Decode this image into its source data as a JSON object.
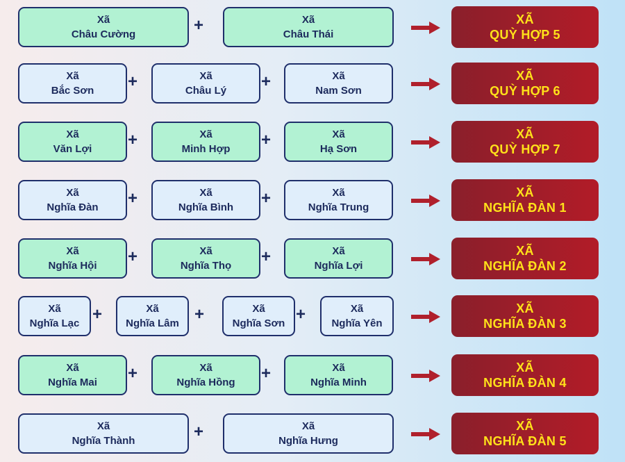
{
  "rows": [
    {
      "sources": [
        {
          "prefix": "Xã",
          "name": "Châu Cường"
        },
        {
          "prefix": "Xã",
          "name": "Châu Thái"
        }
      ],
      "result": {
        "prefix": "XÃ",
        "name": "QUỲ HỢP 5"
      }
    },
    {
      "sources": [
        {
          "prefix": "Xã",
          "name": "Bắc Sơn"
        },
        {
          "prefix": "Xã",
          "name": "Châu Lý"
        },
        {
          "prefix": "Xã",
          "name": "Nam Sơn"
        }
      ],
      "result": {
        "prefix": "XÃ",
        "name": "QUỲ HỢP 6"
      }
    },
    {
      "sources": [
        {
          "prefix": "Xã",
          "name": "Văn Lợi"
        },
        {
          "prefix": "Xã",
          "name": "Minh Hợp"
        },
        {
          "prefix": "Xã",
          "name": "Hạ Sơn"
        }
      ],
      "result": {
        "prefix": "XÃ",
        "name": "QUỲ HỢP 7"
      }
    },
    {
      "sources": [
        {
          "prefix": "Xã",
          "name": "Nghĩa Đàn"
        },
        {
          "prefix": "Xã",
          "name": "Nghĩa Bình"
        },
        {
          "prefix": "Xã",
          "name": "Nghĩa Trung"
        }
      ],
      "result": {
        "prefix": "XÃ",
        "name": "NGHĨA ĐÀN 1"
      }
    },
    {
      "sources": [
        {
          "prefix": "Xã",
          "name": "Nghĩa Hội"
        },
        {
          "prefix": "Xã",
          "name": "Nghĩa Thọ"
        },
        {
          "prefix": "Xã",
          "name": "Nghĩa Lợi"
        }
      ],
      "result": {
        "prefix": "XÃ",
        "name": "NGHĨA ĐÀN 2"
      }
    },
    {
      "sources": [
        {
          "prefix": "Xã",
          "name": "Nghĩa Lạc"
        },
        {
          "prefix": "Xã",
          "name": "Nghĩa Lâm"
        },
        {
          "prefix": "Xã",
          "name": "Nghĩa Sơn"
        },
        {
          "prefix": "Xã",
          "name": "Nghĩa Yên"
        }
      ],
      "result": {
        "prefix": "XÃ",
        "name": "NGHĨA ĐÀN 3"
      }
    },
    {
      "sources": [
        {
          "prefix": "Xã",
          "name": "Nghĩa Mai"
        },
        {
          "prefix": "Xã",
          "name": "Nghĩa Hồng"
        },
        {
          "prefix": "Xã",
          "name": "Nghĩa Minh"
        }
      ],
      "result": {
        "prefix": "XÃ",
        "name": "NGHĨA ĐÀN 4"
      }
    },
    {
      "sources": [
        {
          "prefix": "Xã",
          "name": "Nghĩa Thành"
        },
        {
          "prefix": "Xã",
          "name": "Nghĩa Hưng"
        }
      ],
      "result": {
        "prefix": "XÃ",
        "name": "NGHĨA ĐÀN 5"
      }
    }
  ],
  "plus_symbol": "+",
  "colors": {
    "green_box": "#b2f2d3",
    "light_box": "#e0eefb",
    "border": "#1f2f6b",
    "result_bg": "#b21c28",
    "result_text": "#ffe21a",
    "arrow": "#b0202c"
  }
}
